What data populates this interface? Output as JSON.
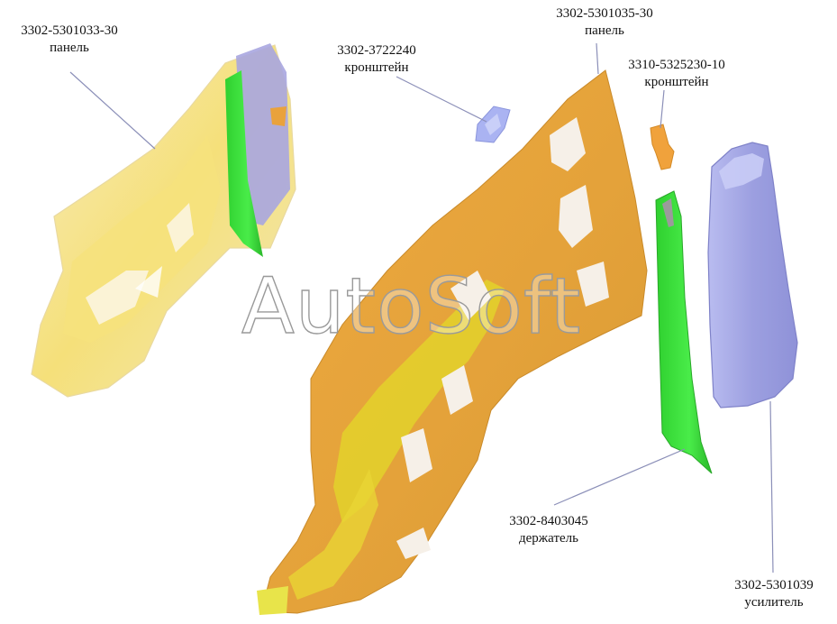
{
  "watermark": "AutoSoft",
  "parts": [
    {
      "id": "panel-left",
      "number": "3302-5301033-30",
      "name": "панель"
    },
    {
      "id": "bracket-left",
      "number": "3302-3722240",
      "name": "кронштейн"
    },
    {
      "id": "panel-center",
      "number": "3302-5301035-30",
      "name": "панель"
    },
    {
      "id": "bracket-right",
      "number": "3310-5325230-10",
      "name": "кронштейн"
    },
    {
      "id": "holder",
      "number": "3302-8403045",
      "name": "держатель"
    },
    {
      "id": "reinforcement",
      "number": "3302-5301039",
      "name": "усилитель"
    }
  ],
  "colors": {
    "panel_left": "#f3e39a",
    "panel_center": "#e9a53a",
    "holder": "#3fe23f",
    "reinforcement": "#9fa2e0",
    "bracket_left": "#a9b2f0",
    "bracket_right": "#f0a23c",
    "leader": "#8b8fb8"
  }
}
